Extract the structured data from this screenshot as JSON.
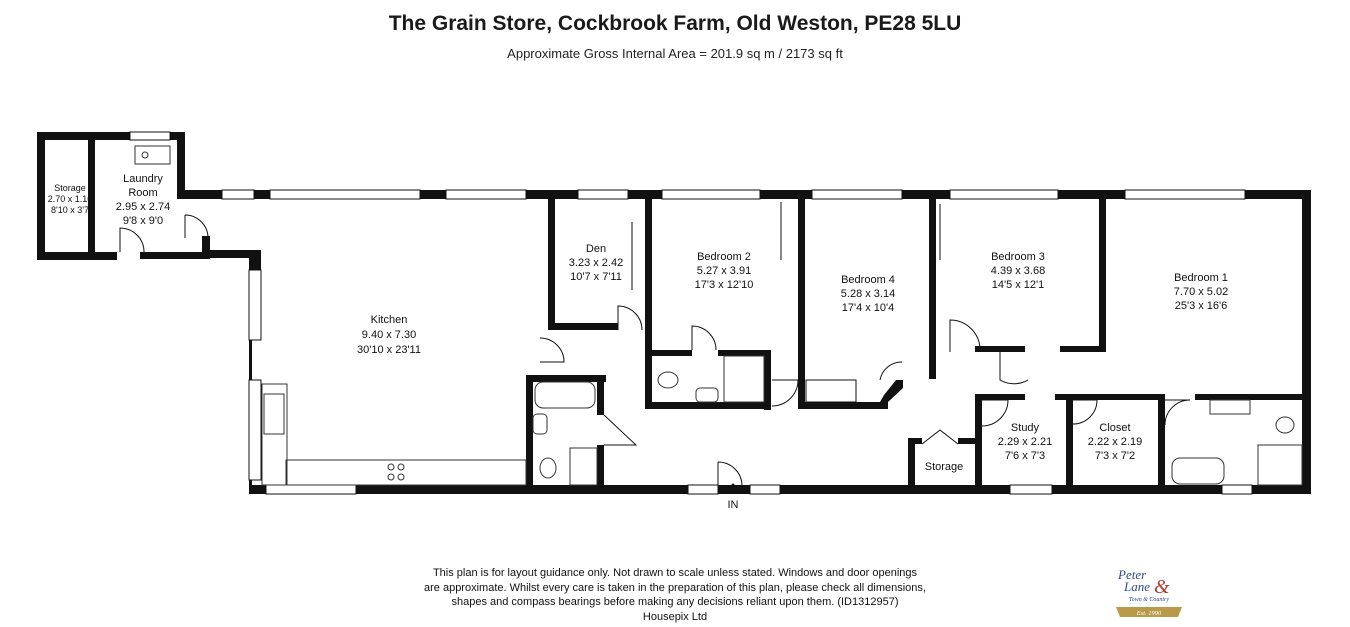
{
  "header": {
    "title": "The Grain Store, Cockbrook Farm, Old Weston, PE28 5LU",
    "subtitle": "Approximate Gross Internal Area = 201.9 sq m / 2173 sq ft"
  },
  "rooms": {
    "storage_small": {
      "name": "Storage",
      "metric": "2.70 x 1.10",
      "imperial": "8'10 x 3'7"
    },
    "laundry": {
      "name_line1": "Laundry",
      "name_line2": "Room",
      "metric": "2.95 x 2.74",
      "imperial": "9'8 x 9'0"
    },
    "kitchen": {
      "name": "Kitchen",
      "metric": "9.40 x 7.30",
      "imperial": "30'10 x 23'11"
    },
    "den": {
      "name": "Den",
      "metric": "3.23 x 2.42",
      "imperial": "10'7 x 7'11"
    },
    "bedroom2": {
      "name": "Bedroom 2",
      "metric": "5.27 x 3.91",
      "imperial": "17'3 x 12'10"
    },
    "bedroom4": {
      "name": "Bedroom 4",
      "metric": "5.28 x 3.14",
      "imperial": "17'4 x 10'4"
    },
    "bedroom3": {
      "name": "Bedroom 3",
      "metric": "4.39 x 3.68",
      "imperial": "14'5 x 12'1"
    },
    "bedroom1": {
      "name": "Bedroom 1",
      "metric": "7.70 x 5.02",
      "imperial": "25'3 x 16'6"
    },
    "study": {
      "name": "Study",
      "metric": "2.29 x 2.21",
      "imperial": "7'6 x 7'3"
    },
    "closet": {
      "name": "Closet",
      "metric": "2.22 x 2.19",
      "imperial": "7'3 x 7'2"
    },
    "storage_hall": {
      "name": "Storage"
    }
  },
  "entrance": {
    "label": "IN"
  },
  "footer": {
    "line1": "This plan is for layout guidance only. Not drawn to scale unless stated. Windows and door openings",
    "line2": "are approximate. Whilst every care is taken in the preparation of this plan, please check all dimensions,",
    "line3": "shapes and compass bearings before making any decisions reliant upon them. (ID1312957)",
    "line4": "Housepix Ltd"
  },
  "logo": {
    "line1": "Peter",
    "line2": "Lane",
    "amp": "&",
    "tagline": "Town & Country",
    "est": "Est. 1990"
  },
  "colors": {
    "wall": "#111111",
    "logo_blue": "#2d4a8a",
    "logo_gold": "#b99a4a",
    "logo_red": "#b03a2e"
  }
}
